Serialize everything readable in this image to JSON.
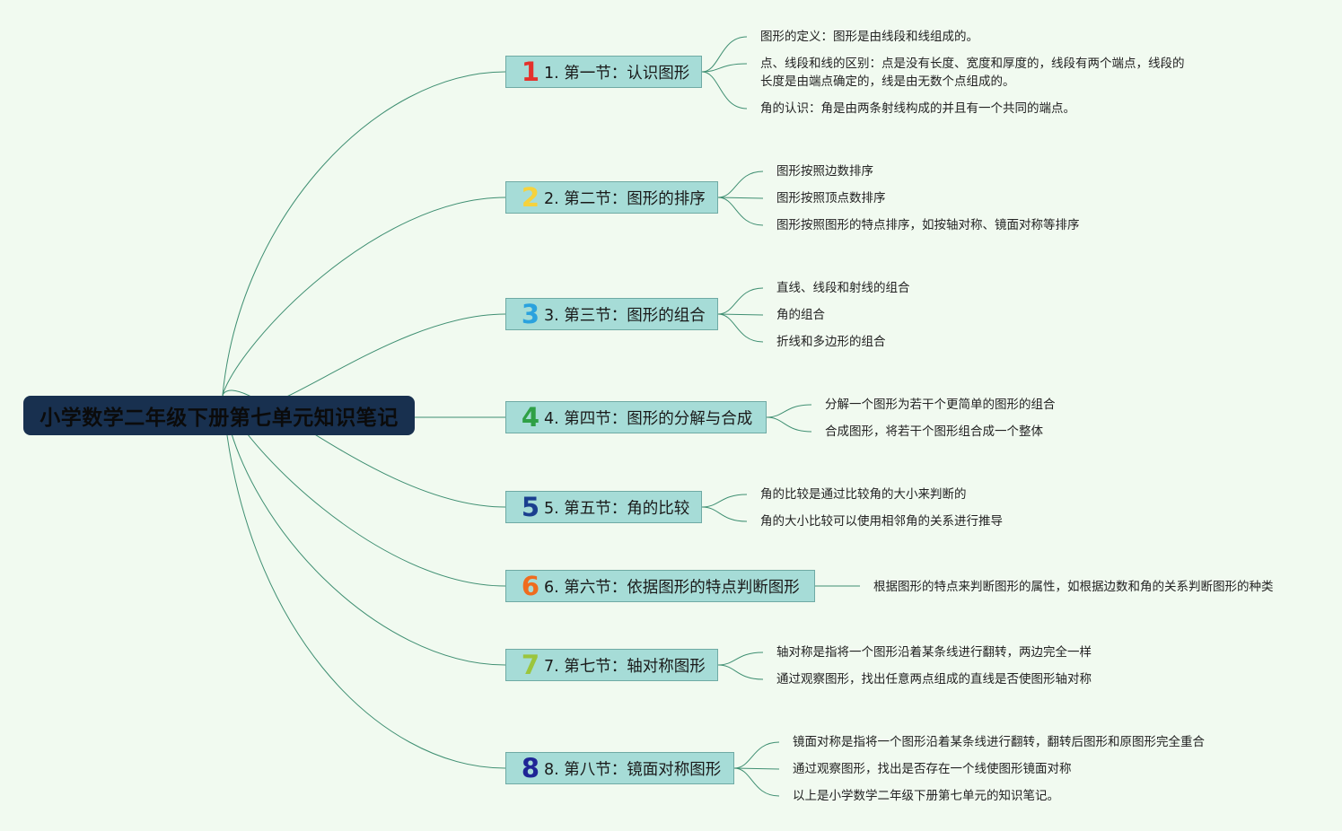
{
  "root": {
    "title": "小学数学二年级下册第七单元知识笔记"
  },
  "branches": [
    {
      "badge": "1",
      "badge_color": "#e4312b",
      "label": "1. 第一节：认识图形",
      "leaves": [
        "图形的定义：图形是由线段和线组成的。",
        "点、线段和线的区别：点是没有长度、宽度和厚度的，线段有两个端点，线段的",
        "长度是由端点确定的，线是由无数个点组成的。",
        "角的认识：角是由两条射线构成的并且有一个共同的端点。"
      ]
    },
    {
      "badge": "2",
      "badge_color": "#f6d23c",
      "label": "2. 第二节：图形的排序",
      "leaves": [
        "图形按照边数排序",
        "图形按照顶点数排序",
        "图形按照图形的特点排序，如按轴对称、镜面对称等排序"
      ]
    },
    {
      "badge": "3",
      "badge_color": "#2aa2de",
      "label": "3. 第三节：图形的组合",
      "leaves": [
        "直线、线段和射线的组合",
        "角的组合",
        "折线和多边形的组合"
      ]
    },
    {
      "badge": "4",
      "badge_color": "#2fa046",
      "label": "4. 第四节：图形的分解与合成",
      "leaves": [
        "分解一个图形为若干个更简单的图形的组合",
        "合成图形，将若干个图形组合成一个整体"
      ]
    },
    {
      "badge": "5",
      "badge_color": "#1a3f8f",
      "label": "5. 第五节：角的比较",
      "leaves": [
        "角的比较是通过比较角的大小来判断的",
        "角的大小比较可以使用相邻角的关系进行推导"
      ]
    },
    {
      "badge": "6",
      "badge_color": "#ef6c1e",
      "label": "6. 第六节：依据图形的特点判断图形",
      "leaves": [
        "根据图形的特点来判断图形的属性，如根据边数和角的关系判断图形的种类"
      ]
    },
    {
      "badge": "7",
      "badge_color": "#9bc53d",
      "label": "7. 第七节：轴对称图形",
      "leaves": [
        "轴对称是指将一个图形沿着某条线进行翻转，两边完全一样",
        "通过观察图形，找出任意两点组成的直线是否使图形轴对称"
      ]
    },
    {
      "badge": "8",
      "badge_color": "#1f2596",
      "label": "8. 第八节：镜面对称图形",
      "leaves": [
        "镜面对称是指将一个图形沿着某条线进行翻转，翻转后图形和原图形完全重合",
        "通过观察图形，找出是否存在一个线使图形镜面对称",
        "以上是小学数学二年级下册第七单元的知识笔记。"
      ]
    }
  ],
  "colors": {
    "link": "#3f8f72",
    "branch_fill": "#a6dcd7",
    "root_fill": "#18304f",
    "background": "#f1faf0"
  }
}
